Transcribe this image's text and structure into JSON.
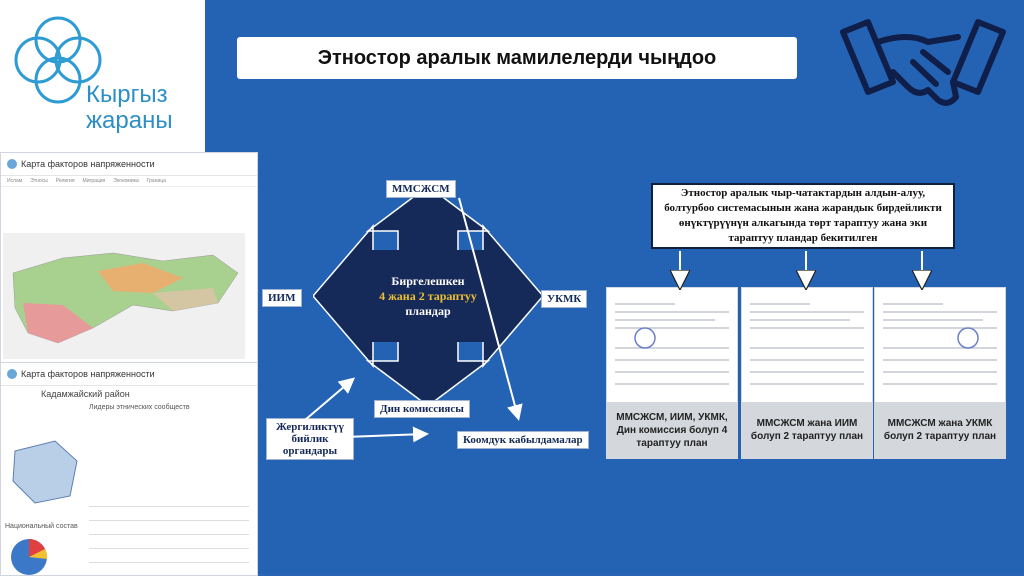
{
  "brand": {
    "name_line1": "Кыргыз",
    "name_line2": "жараны"
  },
  "slide": {
    "title": "Этностор аралык мамилелерди чыңдоо"
  },
  "screenshot_top": {
    "title": "Карта факторов напряженности",
    "nav": [
      "Ислам",
      "Этносы",
      "Религия",
      "Миграция",
      "Экономика",
      "Граница"
    ]
  },
  "screenshot_bottom": {
    "title": "Карта факторов напряженности",
    "district": "Кадамжайский район",
    "section": "Лидеры этнических сообществ",
    "pie_label": "Национальный состав"
  },
  "diagram": {
    "center_line1": "Биргелешкен",
    "center_line2": "4 жана 2 тараптуу",
    "center_line3": "пландар",
    "top": "ММСЖСМ",
    "left": "ИИМ",
    "right": "УКМК",
    "religion": "Дин комиссиясы",
    "local": "Жергиликтүү бийлик органдары",
    "public": "Коомдук кабылдамалар"
  },
  "right_panel": {
    "heading": "Этностор аралык чыр-чатактардын алдын-алуу, болтурбоо системасынын жана жарандык бирдейликти өнүктүрүүнүн алкагында төрт тараптуу жана эки тараптуу пландар бекитилген",
    "docs": [
      {
        "caption": "ММСЖСМ, ИИМ, УКМК, Дин комиссия болуп 4 тараптуу план"
      },
      {
        "caption": "ММСЖСМ жана ИИМ болуп 2 тараптуу план"
      },
      {
        "caption": "ММСЖСМ жана УКМК болуп 2 тараптуу план"
      }
    ]
  },
  "colors": {
    "accent_blue": "#2463b3",
    "navy": "#152a58",
    "highlight": "#f0c030"
  }
}
